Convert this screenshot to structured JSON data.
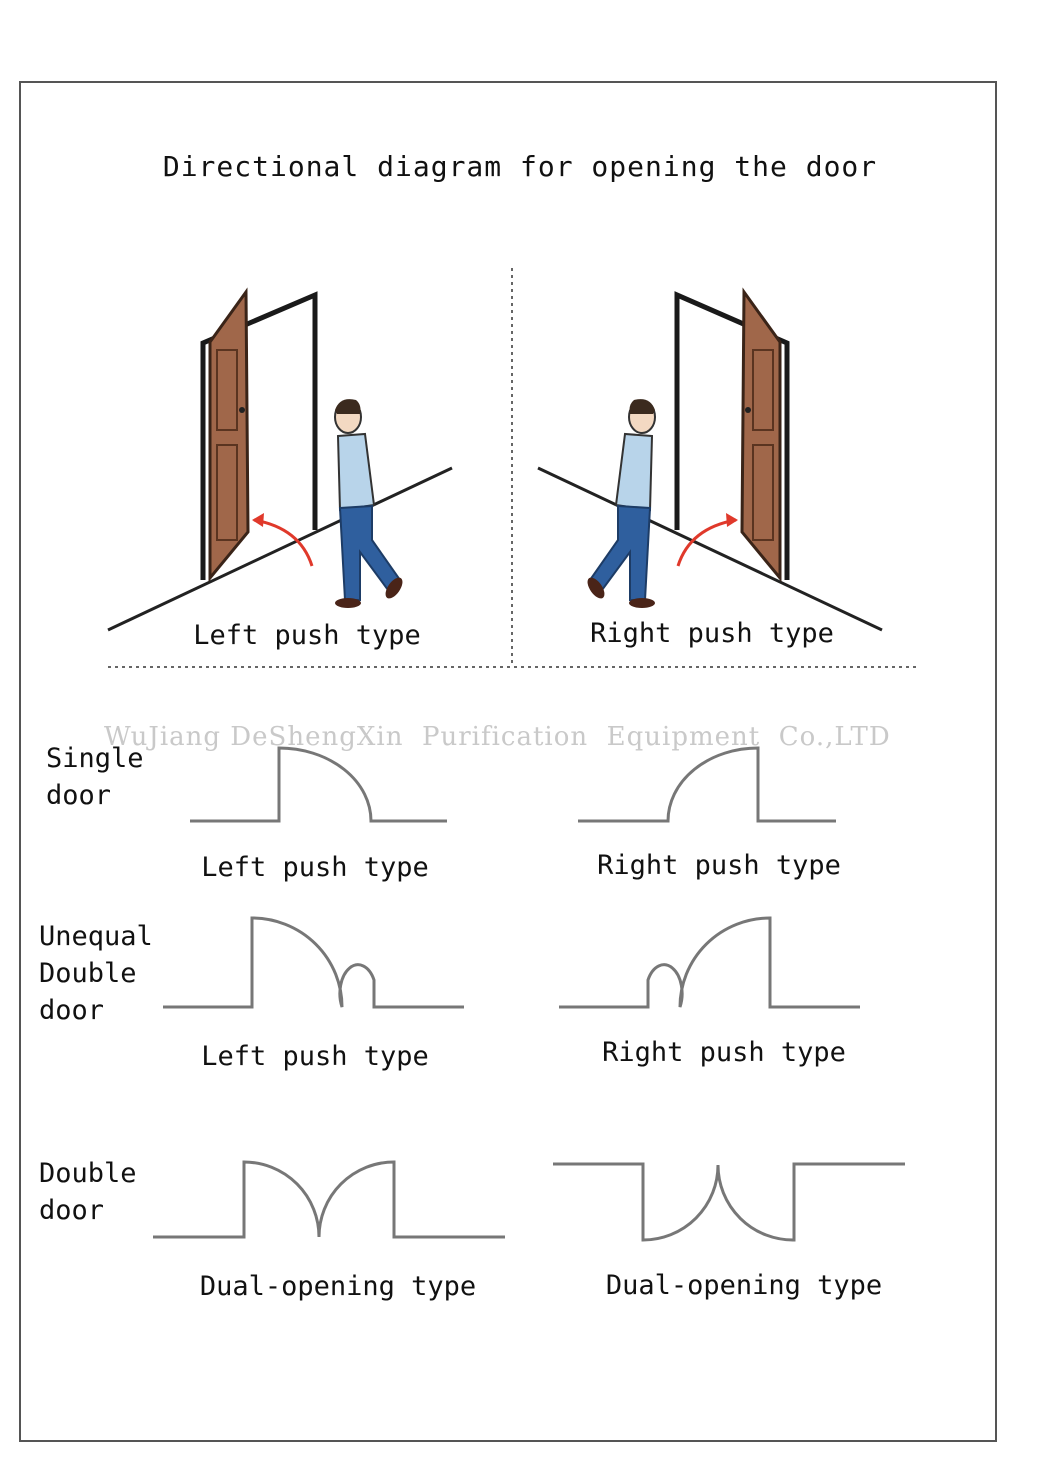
{
  "title": "Directional diagram for opening the door",
  "watermark": "WuJiang DeShengXin  Purification  Equipment  Co.,LTD",
  "illustrations": [
    {
      "caption": "Left push type"
    },
    {
      "caption": "Right push type"
    }
  ],
  "rows": [
    {
      "label": "Single\ndoor",
      "left_caption": "Left push type",
      "right_caption": "Right push type"
    },
    {
      "label": "Unequal\nDouble\ndoor",
      "left_caption": "Left push type",
      "right_caption": "Right push type"
    },
    {
      "label": "Double\ndoor",
      "left_caption": "Dual-opening type",
      "right_caption": "Dual-opening type"
    }
  ],
  "colors": {
    "door_wood": "#a0674a",
    "door_dark": "#3a2418",
    "arrow": "#e0392b",
    "shirt": "#b8d4ea",
    "jeans": "#2f5f9e",
    "line": "#777777"
  }
}
